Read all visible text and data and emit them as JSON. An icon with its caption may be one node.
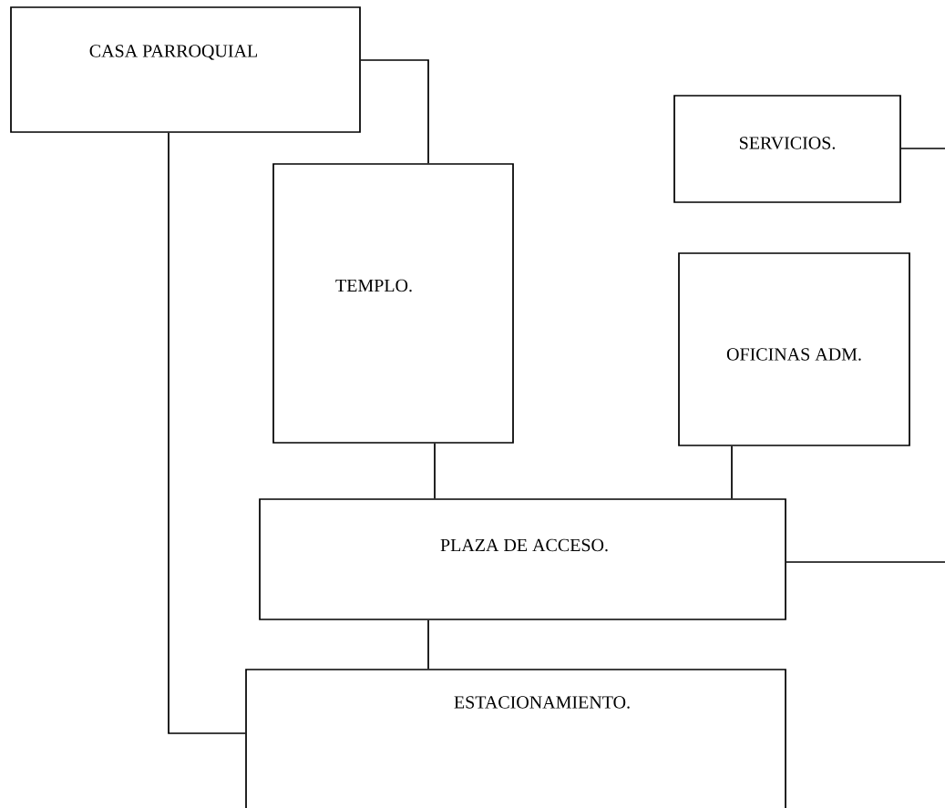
{
  "diagram": {
    "nodes": [
      {
        "text": [
          "CASA PARROQUIAL"
        ]
      },
      {
        "text": [
          "SERVICIOS."
        ]
      },
      {
        "text": [
          "TEMPLO."
        ]
      },
      {
        "text": [
          "OFICINAS ADM."
        ]
      },
      {
        "text": [
          "PLAZA DE ACCESO."
        ]
      },
      {
        "text": [
          "ESTACIONAMIENTO."
        ]
      }
    ],
    "edges": [
      {
        "from": 0,
        "to": 2,
        "arrow": "none"
      },
      {
        "from": 0,
        "to": 5,
        "arrow": "none"
      },
      {
        "from": 2,
        "to": 4,
        "arrow": "none"
      },
      {
        "from": 3,
        "to": 4,
        "arrow": "none"
      },
      {
        "from": 4,
        "to": 5,
        "arrow": "none"
      },
      {
        "from": 1,
        "to": null,
        "arrow": "none"
      },
      {
        "from": 4,
        "to": null,
        "arrow": "none"
      }
    ]
  }
}
